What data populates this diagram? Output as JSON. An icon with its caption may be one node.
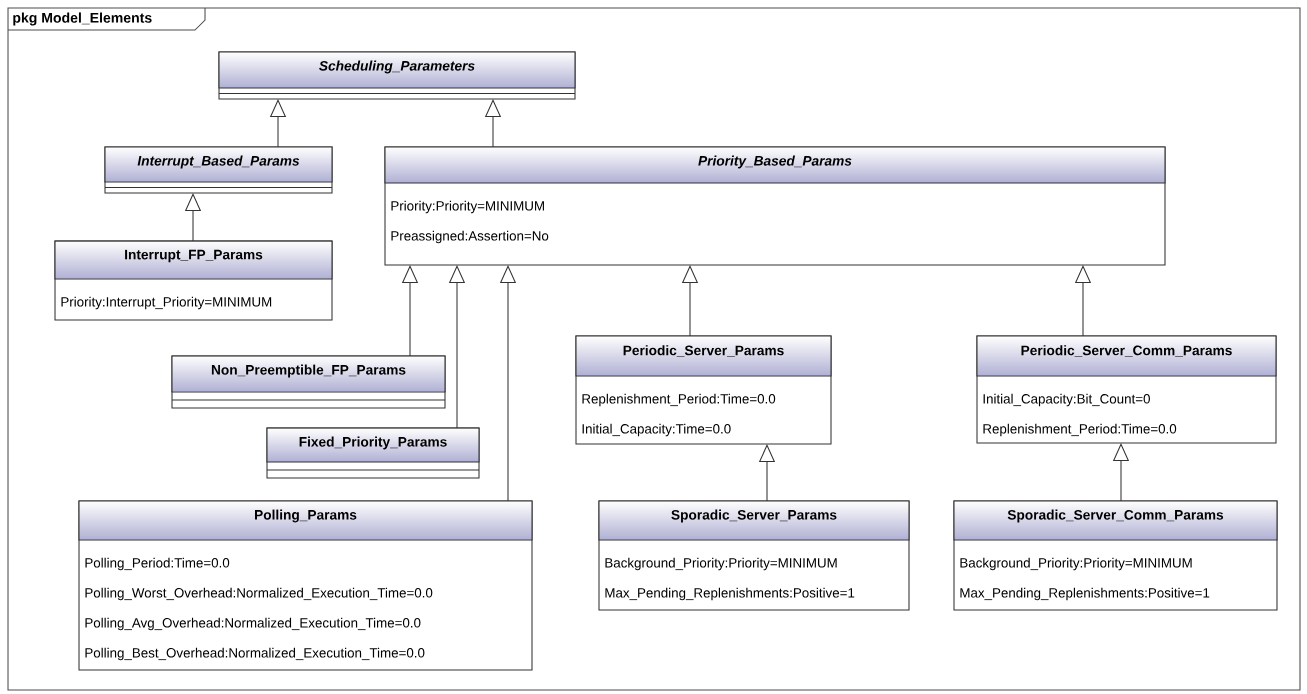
{
  "diagram": {
    "nodes": [
      {
        "text": [
          "pkg Model_Elements"
        ]
      },
      {
        "text": [
          "Scheduling_Parameters"
        ],
        "in": 0
      },
      {
        "text": [
          "Interrupt_Based_Params"
        ],
        "in": 0
      },
      {
        "text": [
          "Priority_Based_Params",
          "Priority:Priority=MINIMUM",
          "Preassigned:Assertion=No"
        ],
        "in": 0
      },
      {
        "text": [
          "Interrupt_FP_Params",
          "Priority:Interrupt_Priority=MINIMUM"
        ],
        "in": 0
      },
      {
        "text": [
          "Non_Preemptible_FP_Params"
        ],
        "in": 0
      },
      {
        "text": [
          "Fixed_Priority_Params"
        ],
        "in": 0
      },
      {
        "text": [
          "Polling_Params",
          "Polling_Period:Time=0.0",
          "Polling_Worst_Overhead:Normalized_Execution_Time=0.0",
          "Polling_Avg_Overhead:Normalized_Execution_Time=0.0",
          "Polling_Best_Overhead:Normalized_Execution_Time=0.0"
        ],
        "in": 0
      },
      {
        "text": [
          "Periodic_Server_Params",
          "Replenishment_Period:Time=0.0",
          "Initial_Capacity:Time=0.0"
        ],
        "in": 0
      },
      {
        "text": [
          "Periodic_Server_Comm_Params",
          "Initial_Capacity:Bit_Count=0",
          "Replenishment_Period:Time=0.0"
        ],
        "in": 0
      },
      {
        "text": [
          "Sporadic_Server_Params",
          "Background_Priority:Priority=MINIMUM",
          "Max_Pending_Replenishments:Positive=1"
        ],
        "in": 0
      },
      {
        "text": [
          "Sporadic_Server_Comm_Params",
          "Background_Priority:Priority=MINIMUM",
          "Max_Pending_Replenishments:Positive=1"
        ],
        "in": 0
      }
    ],
    "edges": [
      {
        "from": 2,
        "to": 1,
        "arrow": "to"
      },
      {
        "from": 3,
        "to": 1,
        "arrow": "to"
      },
      {
        "from": 4,
        "to": 2,
        "arrow": "to"
      },
      {
        "from": 5,
        "to": 3,
        "arrow": "to"
      },
      {
        "from": 6,
        "to": 3,
        "arrow": "to"
      },
      {
        "from": 7,
        "to": 3,
        "arrow": "to"
      },
      {
        "from": 8,
        "to": 3,
        "arrow": "to"
      },
      {
        "from": 9,
        "to": 3,
        "arrow": "to"
      },
      {
        "from": 10,
        "to": 8,
        "arrow": "to"
      },
      {
        "from": 11,
        "to": 9,
        "arrow": "to"
      }
    ]
  }
}
